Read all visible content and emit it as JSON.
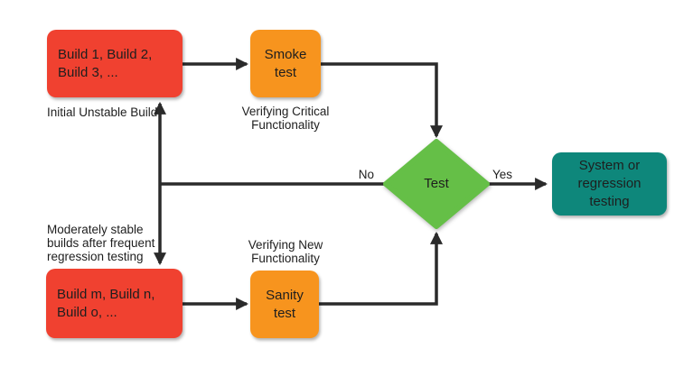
{
  "colors": {
    "background": "#ffffff",
    "red": "#f04130",
    "orange": "#f7941e",
    "green": "#65bf47",
    "teal": "#0e877b",
    "connector": "#2a2a2a",
    "text_dark": "#1e1e1e"
  },
  "flowchart": {
    "nodes": {
      "initial_builds": {
        "lines": [
          "Build 1, Build 2,",
          "Build 3, ..."
        ]
      },
      "smoke_test": {
        "lines": [
          "Smoke",
          "test"
        ]
      },
      "stable_builds": {
        "lines": [
          "Build m, Build n,",
          "Build o, ..."
        ]
      },
      "sanity_test": {
        "lines": [
          "Sanity",
          "test"
        ]
      },
      "decision": {
        "label": "Test"
      },
      "system_testing": {
        "lines": [
          "System or",
          "regression",
          "testing"
        ]
      }
    },
    "annotations": {
      "initial_unstable": {
        "lines": [
          "Initial Unstable Build"
        ]
      },
      "verifying_critical": {
        "lines": [
          "Verifying Critical",
          "Functionality"
        ]
      },
      "moderately_stable": {
        "lines": [
          "Moderately stable",
          "builds after frequent",
          "regression testing"
        ]
      },
      "verifying_new": {
        "lines": [
          "Verifying New",
          "Functionality"
        ]
      }
    },
    "edge_labels": {
      "no": "No",
      "yes": "Yes"
    }
  }
}
